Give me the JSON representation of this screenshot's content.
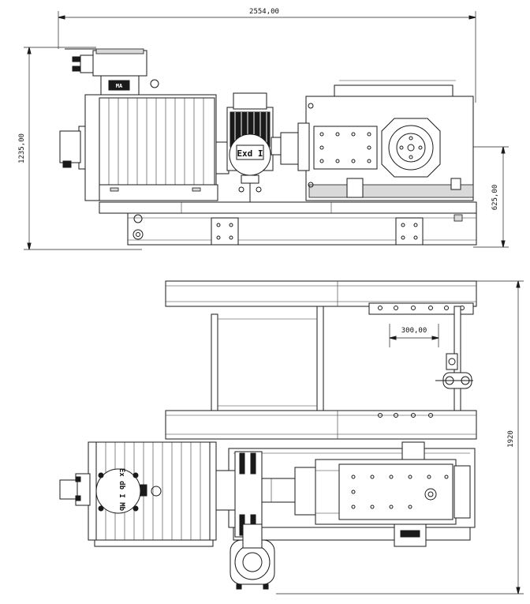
{
  "drawing": {
    "dimensions": {
      "overall_length": "2554,00",
      "overall_height": "1235,00",
      "shaft_height": "625,00",
      "offset": "300,00",
      "overall_width": "1920"
    },
    "markings": {
      "top_motor_plate": "Exd I",
      "plan_motor_plate": "Ex db I Mb"
    }
  }
}
